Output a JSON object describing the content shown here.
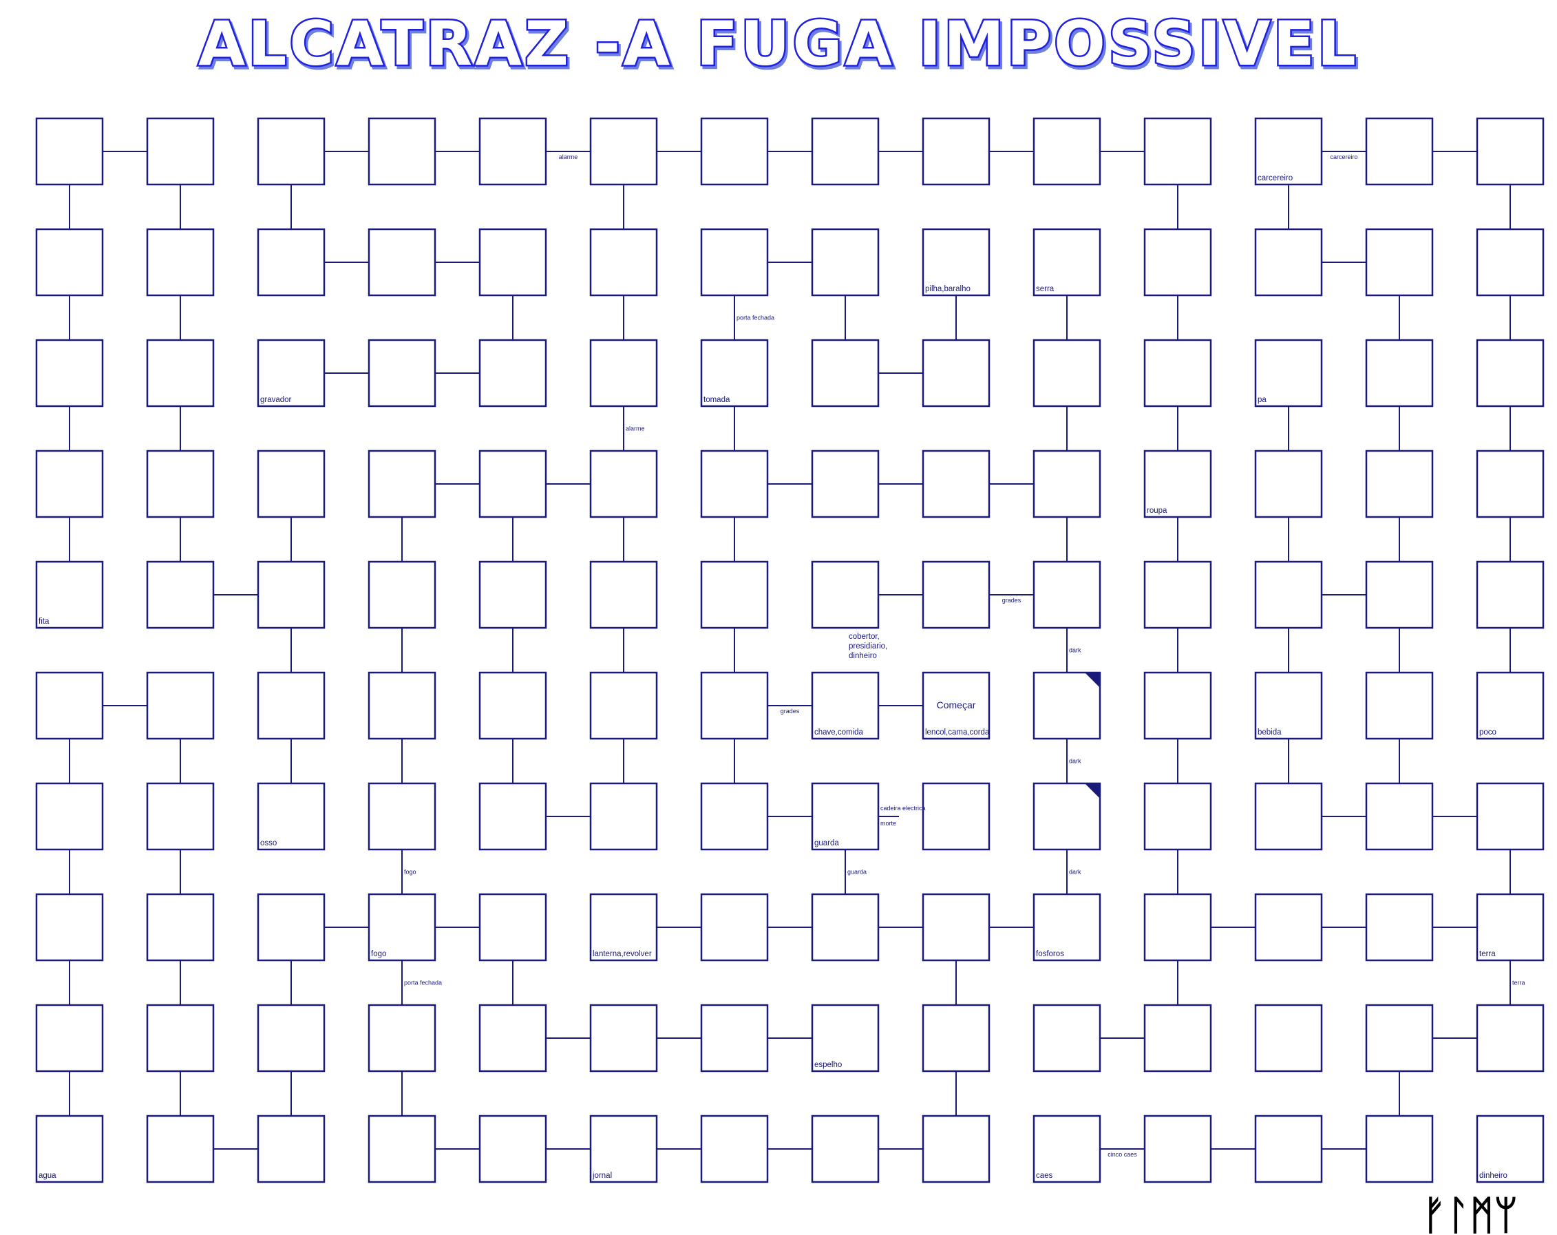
{
  "title": "ALCATRAZ -A FUGA IMPOSSIVEL",
  "signature": "ᚠᛚᛗᛘ",
  "colors": {
    "line": "#1a1a7a",
    "title_fill": "#ffffff",
    "title_stroke": "#1f1fe0",
    "title_shadow": "#6f7fe0",
    "text": "#1a1a7a",
    "corner_mark": "#1a1a7a"
  },
  "grid": {
    "rows": 10,
    "cols": 14
  },
  "h_connections": [
    [
      0,
      0
    ],
    [
      0,
      2
    ],
    [
      0,
      3
    ],
    [
      0,
      4
    ],
    [
      0,
      5
    ],
    [
      0,
      6
    ],
    [
      0,
      7
    ],
    [
      0,
      8
    ],
    [
      0,
      9
    ],
    [
      0,
      11
    ],
    [
      0,
      12
    ],
    [
      1,
      2
    ],
    [
      1,
      3
    ],
    [
      1,
      6
    ],
    [
      1,
      11
    ],
    [
      2,
      2
    ],
    [
      2,
      3
    ],
    [
      2,
      7
    ],
    [
      3,
      3
    ],
    [
      3,
      4
    ],
    [
      3,
      6
    ],
    [
      3,
      7
    ],
    [
      3,
      8
    ],
    [
      4,
      1
    ],
    [
      4,
      7
    ],
    [
      4,
      8
    ],
    [
      4,
      11
    ],
    [
      5,
      0
    ],
    [
      5,
      6
    ],
    [
      5,
      7
    ],
    [
      6,
      4
    ],
    [
      6,
      6
    ],
    [
      6,
      11
    ],
    [
      6,
      12
    ],
    [
      7,
      2
    ],
    [
      7,
      3
    ],
    [
      7,
      5
    ],
    [
      7,
      6
    ],
    [
      7,
      7
    ],
    [
      7,
      8
    ],
    [
      7,
      10
    ],
    [
      7,
      11
    ],
    [
      7,
      12
    ],
    [
      8,
      4
    ],
    [
      8,
      5
    ],
    [
      8,
      6
    ],
    [
      8,
      9
    ],
    [
      8,
      12
    ],
    [
      9,
      1
    ],
    [
      9,
      3
    ],
    [
      9,
      4
    ],
    [
      9,
      5
    ],
    [
      9,
      6
    ],
    [
      9,
      7
    ],
    [
      9,
      9
    ],
    [
      9,
      10
    ],
    [
      9,
      11
    ]
  ],
  "v_connections": [
    [
      0,
      0
    ],
    [
      0,
      1
    ],
    [
      0,
      2
    ],
    [
      0,
      5
    ],
    [
      0,
      10
    ],
    [
      0,
      11
    ],
    [
      0,
      13
    ],
    [
      1,
      0
    ],
    [
      1,
      1
    ],
    [
      1,
      4
    ],
    [
      1,
      5
    ],
    [
      1,
      6
    ],
    [
      1,
      7
    ],
    [
      1,
      8
    ],
    [
      1,
      9
    ],
    [
      1,
      10
    ],
    [
      1,
      12
    ],
    [
      1,
      13
    ],
    [
      2,
      0
    ],
    [
      2,
      1
    ],
    [
      2,
      5
    ],
    [
      2,
      6
    ],
    [
      2,
      9
    ],
    [
      2,
      10
    ],
    [
      2,
      11
    ],
    [
      2,
      12
    ],
    [
      2,
      13
    ],
    [
      3,
      0
    ],
    [
      3,
      1
    ],
    [
      3,
      2
    ],
    [
      3,
      3
    ],
    [
      3,
      4
    ],
    [
      3,
      5
    ],
    [
      3,
      6
    ],
    [
      3,
      9
    ],
    [
      3,
      10
    ],
    [
      3,
      11
    ],
    [
      3,
      12
    ],
    [
      3,
      13
    ],
    [
      4,
      2
    ],
    [
      4,
      3
    ],
    [
      4,
      4
    ],
    [
      4,
      5
    ],
    [
      4,
      6
    ],
    [
      4,
      9
    ],
    [
      4,
      10
    ],
    [
      4,
      11
    ],
    [
      4,
      12
    ],
    [
      4,
      13
    ],
    [
      5,
      0
    ],
    [
      5,
      1
    ],
    [
      5,
      2
    ],
    [
      5,
      3
    ],
    [
      5,
      4
    ],
    [
      5,
      5
    ],
    [
      5,
      6
    ],
    [
      5,
      9
    ],
    [
      5,
      10
    ],
    [
      5,
      11
    ],
    [
      5,
      12
    ],
    [
      6,
      0
    ],
    [
      6,
      1
    ],
    [
      6,
      3
    ],
    [
      6,
      7
    ],
    [
      6,
      9
    ],
    [
      6,
      10
    ],
    [
      6,
      13
    ],
    [
      7,
      0
    ],
    [
      7,
      1
    ],
    [
      7,
      2
    ],
    [
      7,
      3
    ],
    [
      7,
      4
    ],
    [
      7,
      8
    ],
    [
      7,
      10
    ],
    [
      7,
      13
    ],
    [
      8,
      0
    ],
    [
      8,
      1
    ],
    [
      8,
      2
    ],
    [
      8,
      3
    ],
    [
      8,
      8
    ],
    [
      8,
      12
    ]
  ],
  "cell_labels": [
    {
      "r": 0,
      "c": 11,
      "text": "carcereiro"
    },
    {
      "r": 1,
      "c": 8,
      "text": "pilha,baralho"
    },
    {
      "r": 1,
      "c": 9,
      "text": "serra"
    },
    {
      "r": 2,
      "c": 2,
      "text": "gravador"
    },
    {
      "r": 2,
      "c": 6,
      "text": "tomada"
    },
    {
      "r": 2,
      "c": 11,
      "text": "pa"
    },
    {
      "r": 3,
      "c": 10,
      "text": "roupa"
    },
    {
      "r": 4,
      "c": 0,
      "text": "fita"
    },
    {
      "r": 5,
      "c": 7,
      "text": "chave,comida"
    },
    {
      "r": 5,
      "c": 8,
      "text": "lencol,cama,corda"
    },
    {
      "r": 5,
      "c": 11,
      "text": "bebida"
    },
    {
      "r": 5,
      "c": 13,
      "text": "poco"
    },
    {
      "r": 6,
      "c": 2,
      "text": "osso"
    },
    {
      "r": 6,
      "c": 7,
      "text": "guarda"
    },
    {
      "r": 7,
      "c": 3,
      "text": "fogo"
    },
    {
      "r": 7,
      "c": 5,
      "text": "lanterna,revolver"
    },
    {
      "r": 7,
      "c": 9,
      "text": "fosforos"
    },
    {
      "r": 7,
      "c": 13,
      "text": "terra"
    },
    {
      "r": 8,
      "c": 7,
      "text": "espelho"
    },
    {
      "r": 9,
      "c": 0,
      "text": "agua"
    },
    {
      "r": 9,
      "c": 5,
      "text": "jornal"
    },
    {
      "r": 9,
      "c": 9,
      "text": "caes"
    },
    {
      "r": 9,
      "c": 13,
      "text": "dinheiro"
    }
  ],
  "start_cell": {
    "r": 5,
    "c": 8,
    "text": "Começar"
  },
  "dark_cells": [
    [
      5,
      9
    ],
    [
      6,
      9
    ]
  ],
  "h_labels": [
    {
      "r": 0,
      "c": 4,
      "text": "alarme"
    },
    {
      "r": 0,
      "c": 11,
      "text": "carcereiro"
    },
    {
      "r": 4,
      "c": 8,
      "text": "grades"
    },
    {
      "r": 5,
      "c": 6,
      "text": "grades"
    },
    {
      "r": 9,
      "c": 9,
      "text": "cinco caes"
    }
  ],
  "v_labels": [
    {
      "r": 1,
      "c": 6,
      "text": "porta fechada"
    },
    {
      "r": 2,
      "c": 5,
      "text": "alarme"
    },
    {
      "r": 4,
      "c": 9,
      "text": "dark"
    },
    {
      "r": 5,
      "c": 9,
      "text": "dark"
    },
    {
      "r": 6,
      "c": 3,
      "text": "fogo"
    },
    {
      "r": 6,
      "c": 7,
      "text": "guarda"
    },
    {
      "r": 6,
      "c": 9,
      "text": "dark"
    },
    {
      "r": 7,
      "c": 3,
      "text": "porta fechada"
    },
    {
      "r": 7,
      "c": 13,
      "text": "terra"
    }
  ],
  "notes": [
    {
      "r": 4,
      "c": 7,
      "lines": [
        "cobertor,",
        "presidiario,",
        "dinheiro"
      ]
    }
  ],
  "stub": {
    "r": 6,
    "c": 7,
    "top": "cadeira electrica",
    "bottom": "morte"
  }
}
